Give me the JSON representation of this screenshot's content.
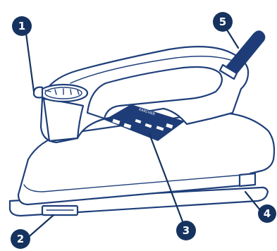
{
  "diagram": {
    "line_color": "#1f3f7a",
    "badge_color": "#16335f",
    "label_band_color": "#1d3c78",
    "cord_color": "#1d3c78",
    "background": "#ffffff"
  },
  "callouts": [
    {
      "number": "1"
    },
    {
      "number": "2"
    },
    {
      "number": "3"
    },
    {
      "number": "4"
    },
    {
      "number": "5"
    }
  ],
  "rating_label": {
    "brand": "KARCHER"
  }
}
